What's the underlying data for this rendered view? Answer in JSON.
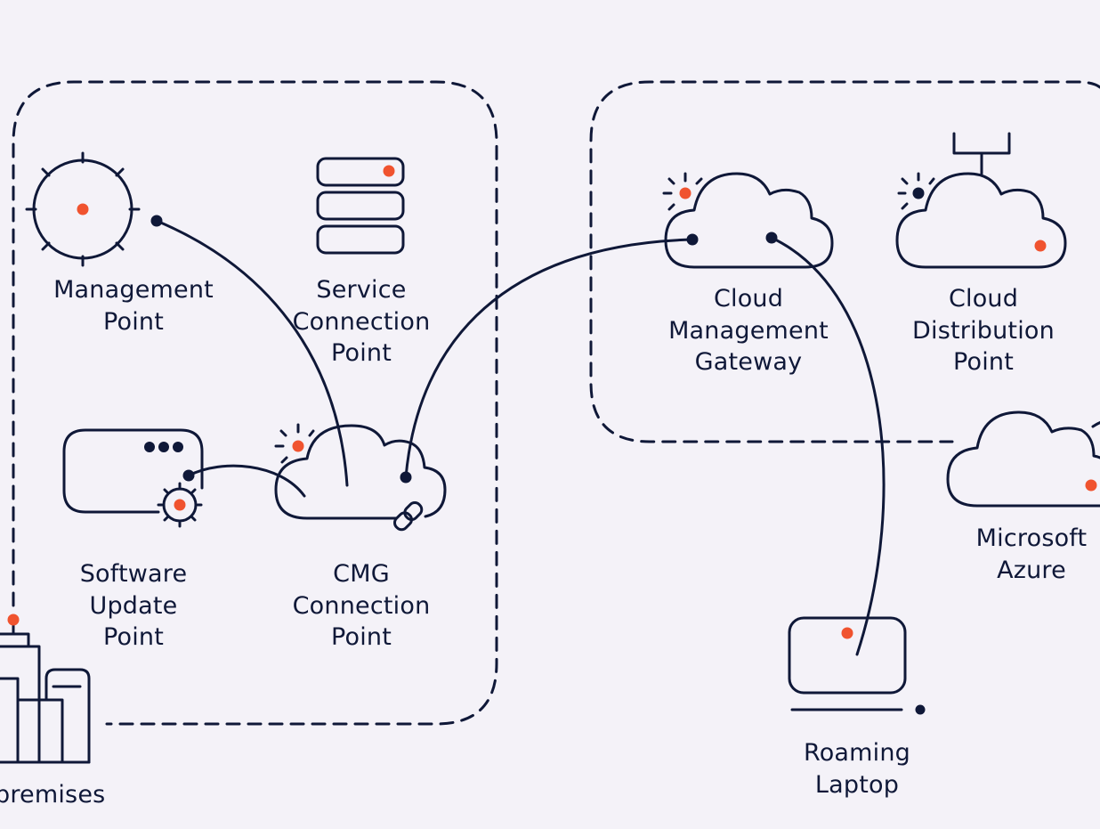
{
  "colors": {
    "ink": "#0f1838",
    "accent": "#f0532f",
    "background": "#f4f2f8"
  },
  "nodes": {
    "management_point": {
      "icon": "management-point-gear-icon",
      "label_lines": [
        "Management",
        "Point"
      ]
    },
    "service_connection_point": {
      "icon": "server-stack-icon",
      "label_lines": [
        "Service",
        "Connection",
        "Point"
      ]
    },
    "software_update_point": {
      "icon": "update-server-icon",
      "label_lines": [
        "Software",
        "Update",
        "Point"
      ]
    },
    "cmg_connection_point": {
      "icon": "cloud-link-icon",
      "label_lines": [
        "CMG",
        "Connection",
        "Point"
      ]
    },
    "cloud_management_gateway": {
      "icon": "cloud-sun-icon",
      "label_lines": [
        "Cloud",
        "Management",
        "Gateway"
      ]
    },
    "cloud_distribution_point": {
      "icon": "cloud-antenna-icon",
      "label_lines": [
        "Cloud",
        "Distribution",
        "Point"
      ]
    },
    "microsoft_azure": {
      "icon": "cloud-icon",
      "label_lines": [
        "Microsoft",
        "Azure"
      ]
    },
    "roaming_laptop": {
      "icon": "laptop-icon",
      "label_lines": [
        "Roaming",
        "Laptop"
      ]
    },
    "on_premises": {
      "icon": "office-building-icon",
      "label_lines": [
        "premises"
      ]
    }
  },
  "regions": {
    "on_premises_boundary": "dashed-boundary",
    "azure_boundary": "dashed-boundary"
  },
  "connections": [
    {
      "from": "management_point",
      "to": "cmg_connection_point"
    },
    {
      "from": "software_update_point",
      "to": "cmg_connection_point"
    },
    {
      "from": "cmg_connection_point",
      "to": "cloud_management_gateway"
    },
    {
      "from": "cloud_management_gateway",
      "to": "roaming_laptop"
    }
  ]
}
